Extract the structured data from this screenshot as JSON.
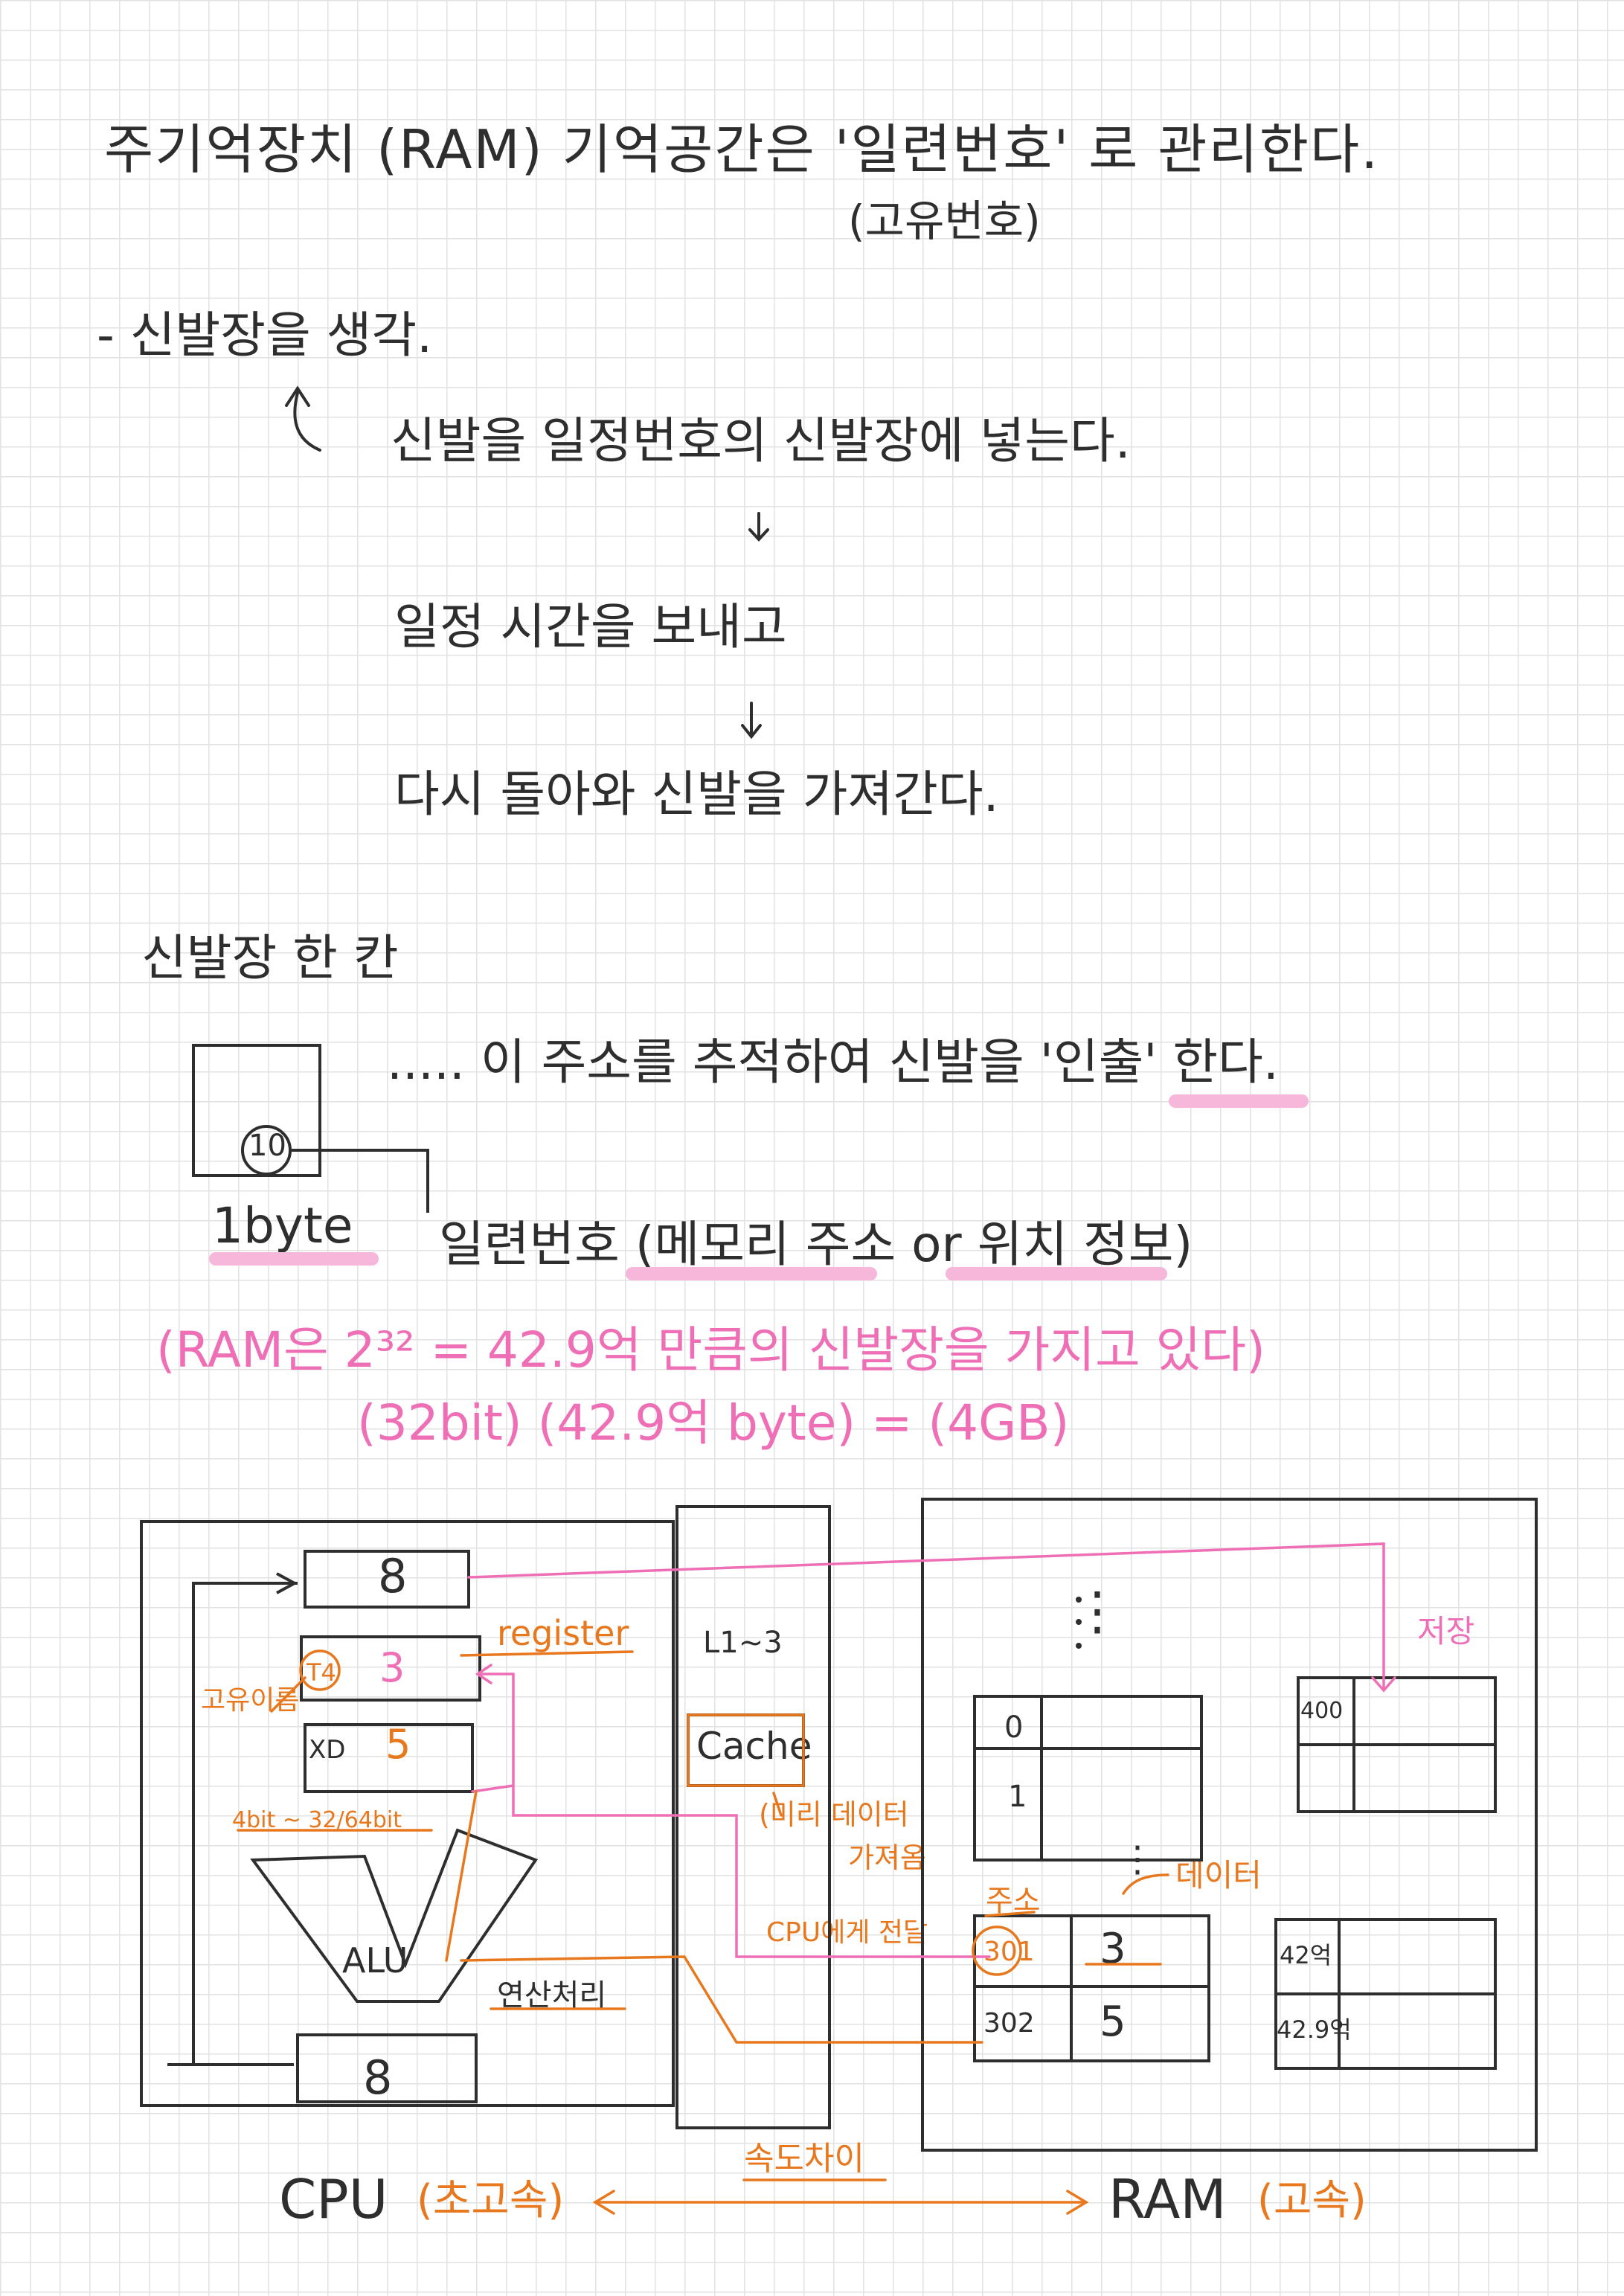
{
  "colors": {
    "ink": "#2e2e2e",
    "pink": "#ee6fb6",
    "orange": "#e8781e",
    "highlight": "#f7b7da",
    "grid": "#e2e2e2"
  },
  "intro": {
    "title": "주기억장치 (RAM) 기억공간은 '일련번호' 로 관리한다.",
    "title_paren": "(고유번호)"
  },
  "analogy": {
    "heading": "- 신발장을 생각.",
    "step1": "신발을 일정번호의 신발장에 넣는다.",
    "step2": "일정 시간을 보내고",
    "step3": "다시 돌아와 신발을 가져간다."
  },
  "slot": {
    "heading": "신발장 한 칸",
    "note": "..... 이 주소를 추적하여 신발을 '인출' 한다.",
    "box_number": "10",
    "size": "1byte",
    "serial": "일련번호 (메모리 주소 or 위치 정보)",
    "ram_note": "(RAM은 2³² = 42.9억 만큼의 신발장을 가지고 있다)",
    "ram_note_2": "(32bit) (42.9억 byte) = (4GB)"
  },
  "diagram": {
    "cpu": {
      "label": "CPU",
      "speed": "(초고속)",
      "registers": [
        {
          "tag": "",
          "value": "8"
        },
        {
          "tag": "T4",
          "value": "3"
        },
        {
          "tag": "XD",
          "value": "5"
        }
      ],
      "register_label": "register",
      "unique_name": "고유이름",
      "bit_note": "4bit ~ 32/64bit",
      "alu": "ALU",
      "calc": "연산처리",
      "result": "8"
    },
    "cache": {
      "level": "L1~3",
      "label": "Cache",
      "note_1": "(미리 데이터",
      "note_2": "가져옴"
    },
    "transfer": "CPU에게 전달",
    "ram": {
      "label": "RAM",
      "speed": "(고속)",
      "dots": "⋮",
      "dots_mid": "⋮",
      "addr_col": [
        "0",
        "1"
      ],
      "address_label": "주소",
      "data_label": "데이터",
      "rows": [
        {
          "addr": "301",
          "data": "3"
        },
        {
          "addr": "302",
          "data": "5"
        }
      ],
      "store": "저장",
      "store_addr": "400",
      "far": [
        "42억",
        "42.9억"
      ]
    },
    "speed_diff": "속도차이"
  }
}
